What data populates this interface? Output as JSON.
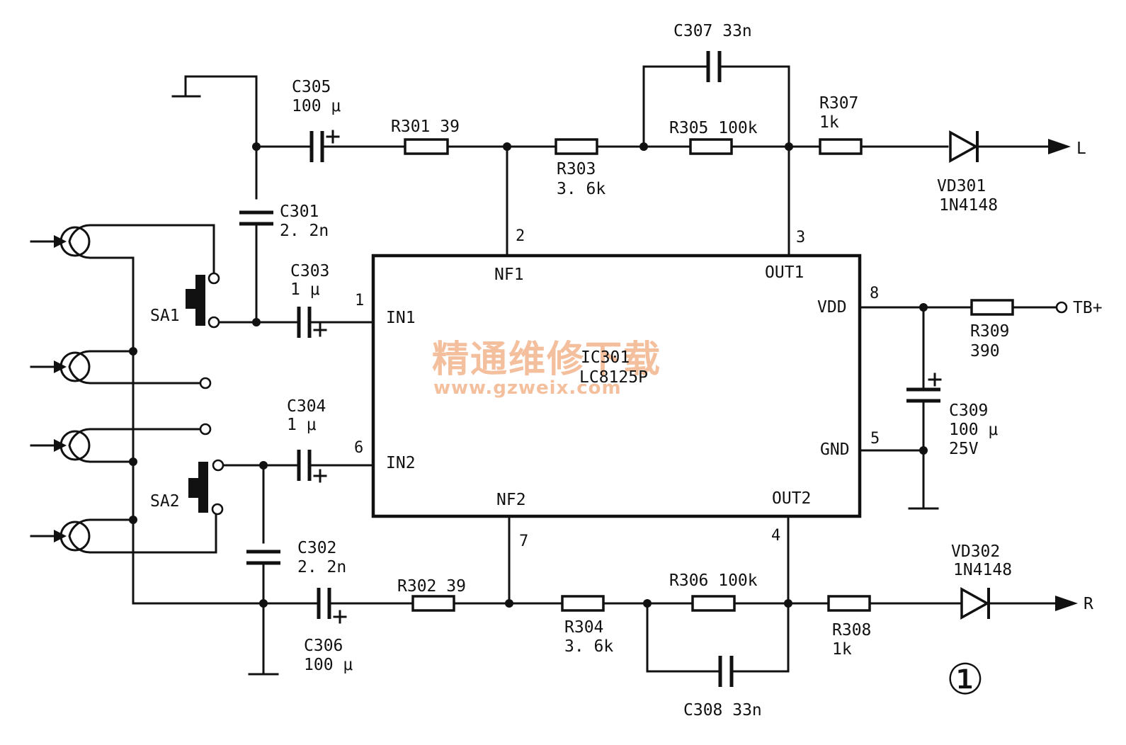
{
  "labels": {
    "c305_ref": "C305",
    "c305_val": "100 μ",
    "r301": "R301  39",
    "r303_ref": "R303",
    "r303_val": "3. 6k",
    "c307": "C307  33n",
    "r305": "R305  100k",
    "r307_ref": "R307",
    "r307_val": "1k",
    "vd301_ref": "VD301",
    "vd301_val": "1N4148",
    "out_l": "L",
    "c301_ref": "C301",
    "c301_val": "2. 2n",
    "c303_ref": "C303",
    "c303_val": "1 μ",
    "sa1": "SA1",
    "sa2": "SA2",
    "c304_ref": "C304",
    "c304_val": "1 μ",
    "c302_ref": "C302",
    "c302_val": "2. 2n",
    "c306_ref": "C306",
    "c306_val": "100 μ",
    "r302": "R302  39",
    "r304_ref": "R304",
    "r304_val": "3. 6k",
    "r306": "R306  100k",
    "c308": "C308  33n",
    "r308_ref": "R308",
    "r308_val": "1k",
    "vd302_ref": "VD302",
    "vd302_val": "1N4148",
    "out_r": "R",
    "r309_ref": "R309",
    "r309_val": "390",
    "c309_ref": "C309",
    "c309_val": "100 μ",
    "c309_volt": "25V",
    "supply": "TB+",
    "figure_num": "①"
  },
  "ic": {
    "ref": "IC301",
    "part": "LC8125P",
    "pins": {
      "nf1": "NF1",
      "out1": "OUT1",
      "in1": "IN1",
      "vdd": "VDD",
      "in2": "IN2",
      "gnd": "GND",
      "nf2": "NF2",
      "out2": "OUT2"
    },
    "pin_numbers": {
      "p1": "1",
      "p2": "2",
      "p3": "3",
      "p4": "4",
      "p5": "5",
      "p6": "6",
      "p7": "7",
      "p8": "8"
    }
  },
  "watermark": {
    "line1": "精通维修下载",
    "line2": "www.gzweix.com"
  }
}
